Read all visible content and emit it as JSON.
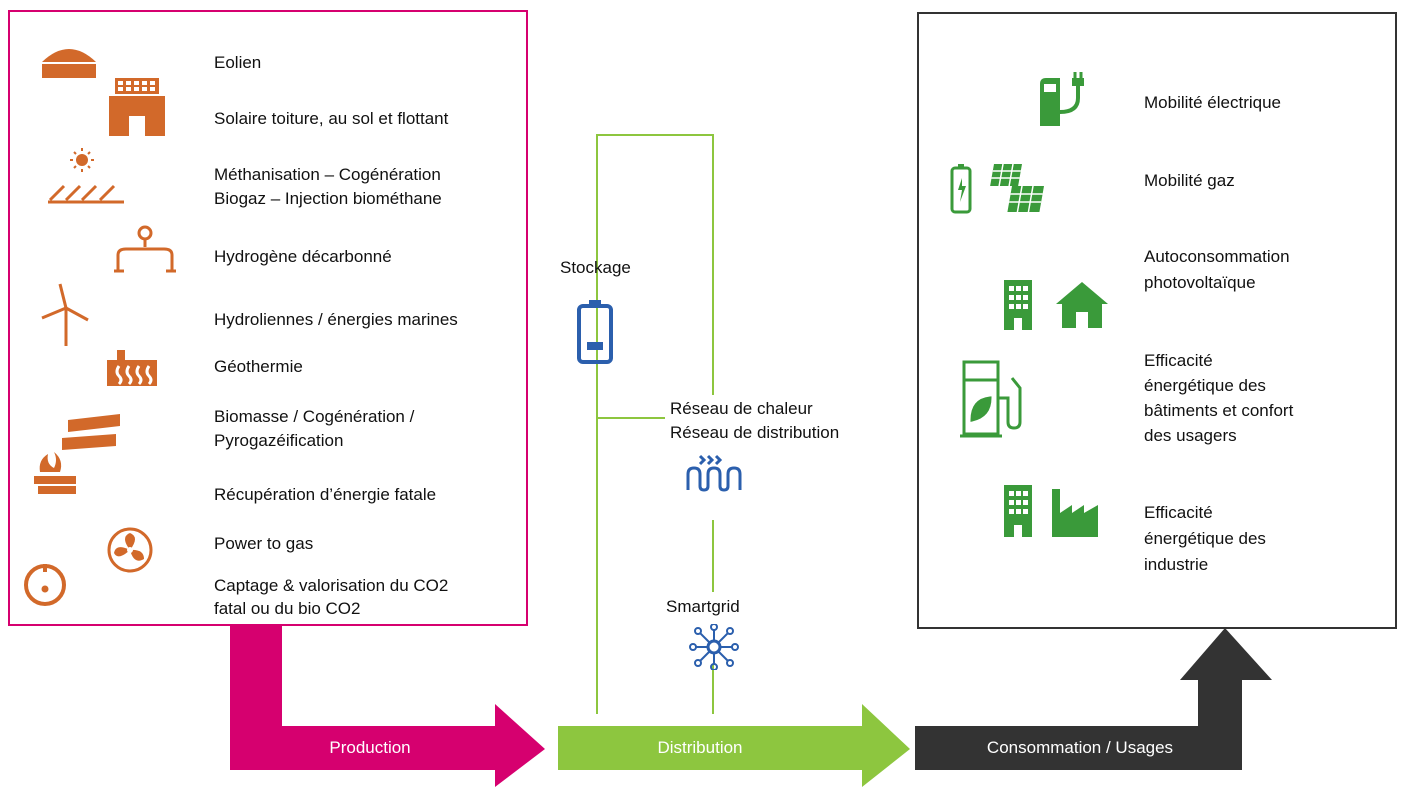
{
  "colors": {
    "production": "#d6006f",
    "distribution": "#8dc63f",
    "consumption": "#333333",
    "prod_icon": "#d2692a",
    "cons_icon": "#3a9a3a",
    "dist_icon": "#2b5fad"
  },
  "production": {
    "items": [
      {
        "label": "Eolien",
        "icon": "roof-icon"
      },
      {
        "label": "Solaire toiture, au sol et flottant",
        "icon": "solar-building-icon"
      },
      {
        "label": "Méthanisation – Cogénération",
        "icon": "sun-panels-icon"
      },
      {
        "label": "Biogaz – Injection biométhane",
        "icon": ""
      },
      {
        "label": "Hydrogène décarbonné",
        "icon": "pipe-gauge-icon"
      },
      {
        "label": "Hydroliennes / énergies marines",
        "icon": "wind-turbine-icon"
      },
      {
        "label": "Géothermie",
        "icon": "geothermal-icon"
      },
      {
        "label": "Biomasse / Cogénération /",
        "icon": "biomass-icon"
      },
      {
        "label": "Pyrogazéification",
        "icon": ""
      },
      {
        "label": "Récupération d’énergie fatale",
        "icon": ""
      },
      {
        "label": "Power to gas",
        "icon": "fan-icon"
      },
      {
        "label": "Captage & valorisation du CO2",
        "icon": "target-icon"
      },
      {
        "label": "fatal ou du bio CO2",
        "icon": ""
      }
    ]
  },
  "distribution": {
    "stockage": "Stockage",
    "reseau_line1": "Réseau de chaleur",
    "reseau_line2": "Réseau de distribution",
    "smartgrid": "Smartgrid"
  },
  "consumption": {
    "items": [
      {
        "label": "Mobilité électrique",
        "icon": "ev-charger-icon"
      },
      {
        "label": "Mobilité gaz",
        "icon": "battery-solar-icon"
      },
      {
        "label": "Autoconsommation",
        "icon": "building-house-icon"
      },
      {
        "label": "photovoltaïque",
        "icon": ""
      },
      {
        "label": "Efficacité",
        "icon": "fuel-pump-icon"
      },
      {
        "label": "énergétique des",
        "icon": ""
      },
      {
        "label": "bâtiments et confort",
        "icon": ""
      },
      {
        "label": "des usagers",
        "icon": ""
      },
      {
        "label": "Efficacité",
        "icon": "building-factory-icon"
      },
      {
        "label": "énergétique des",
        "icon": ""
      },
      {
        "label": "industrie",
        "icon": ""
      }
    ]
  },
  "arrows": {
    "production": "Production",
    "distribution": "Distribution",
    "consumption": "Consommation / Usages"
  }
}
